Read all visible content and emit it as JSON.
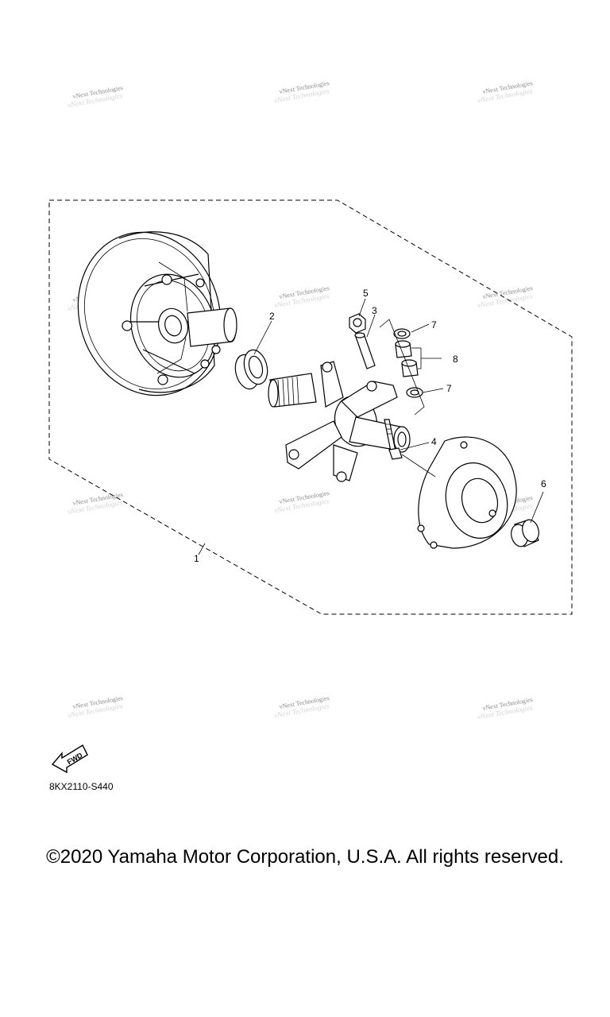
{
  "watermark": "vNext Technologies",
  "callouts": {
    "c1": "1",
    "c2": "2",
    "c3": "3",
    "c4": "4",
    "c5": "5",
    "c6": "6",
    "c7a": "7",
    "c7b": "7",
    "c8": "8"
  },
  "fwd_label": "FWD",
  "diagram_code": "8KX2110-S440",
  "copyright": "©2020 Yamaha Motor Corporation, U.S.A. All rights reserved."
}
